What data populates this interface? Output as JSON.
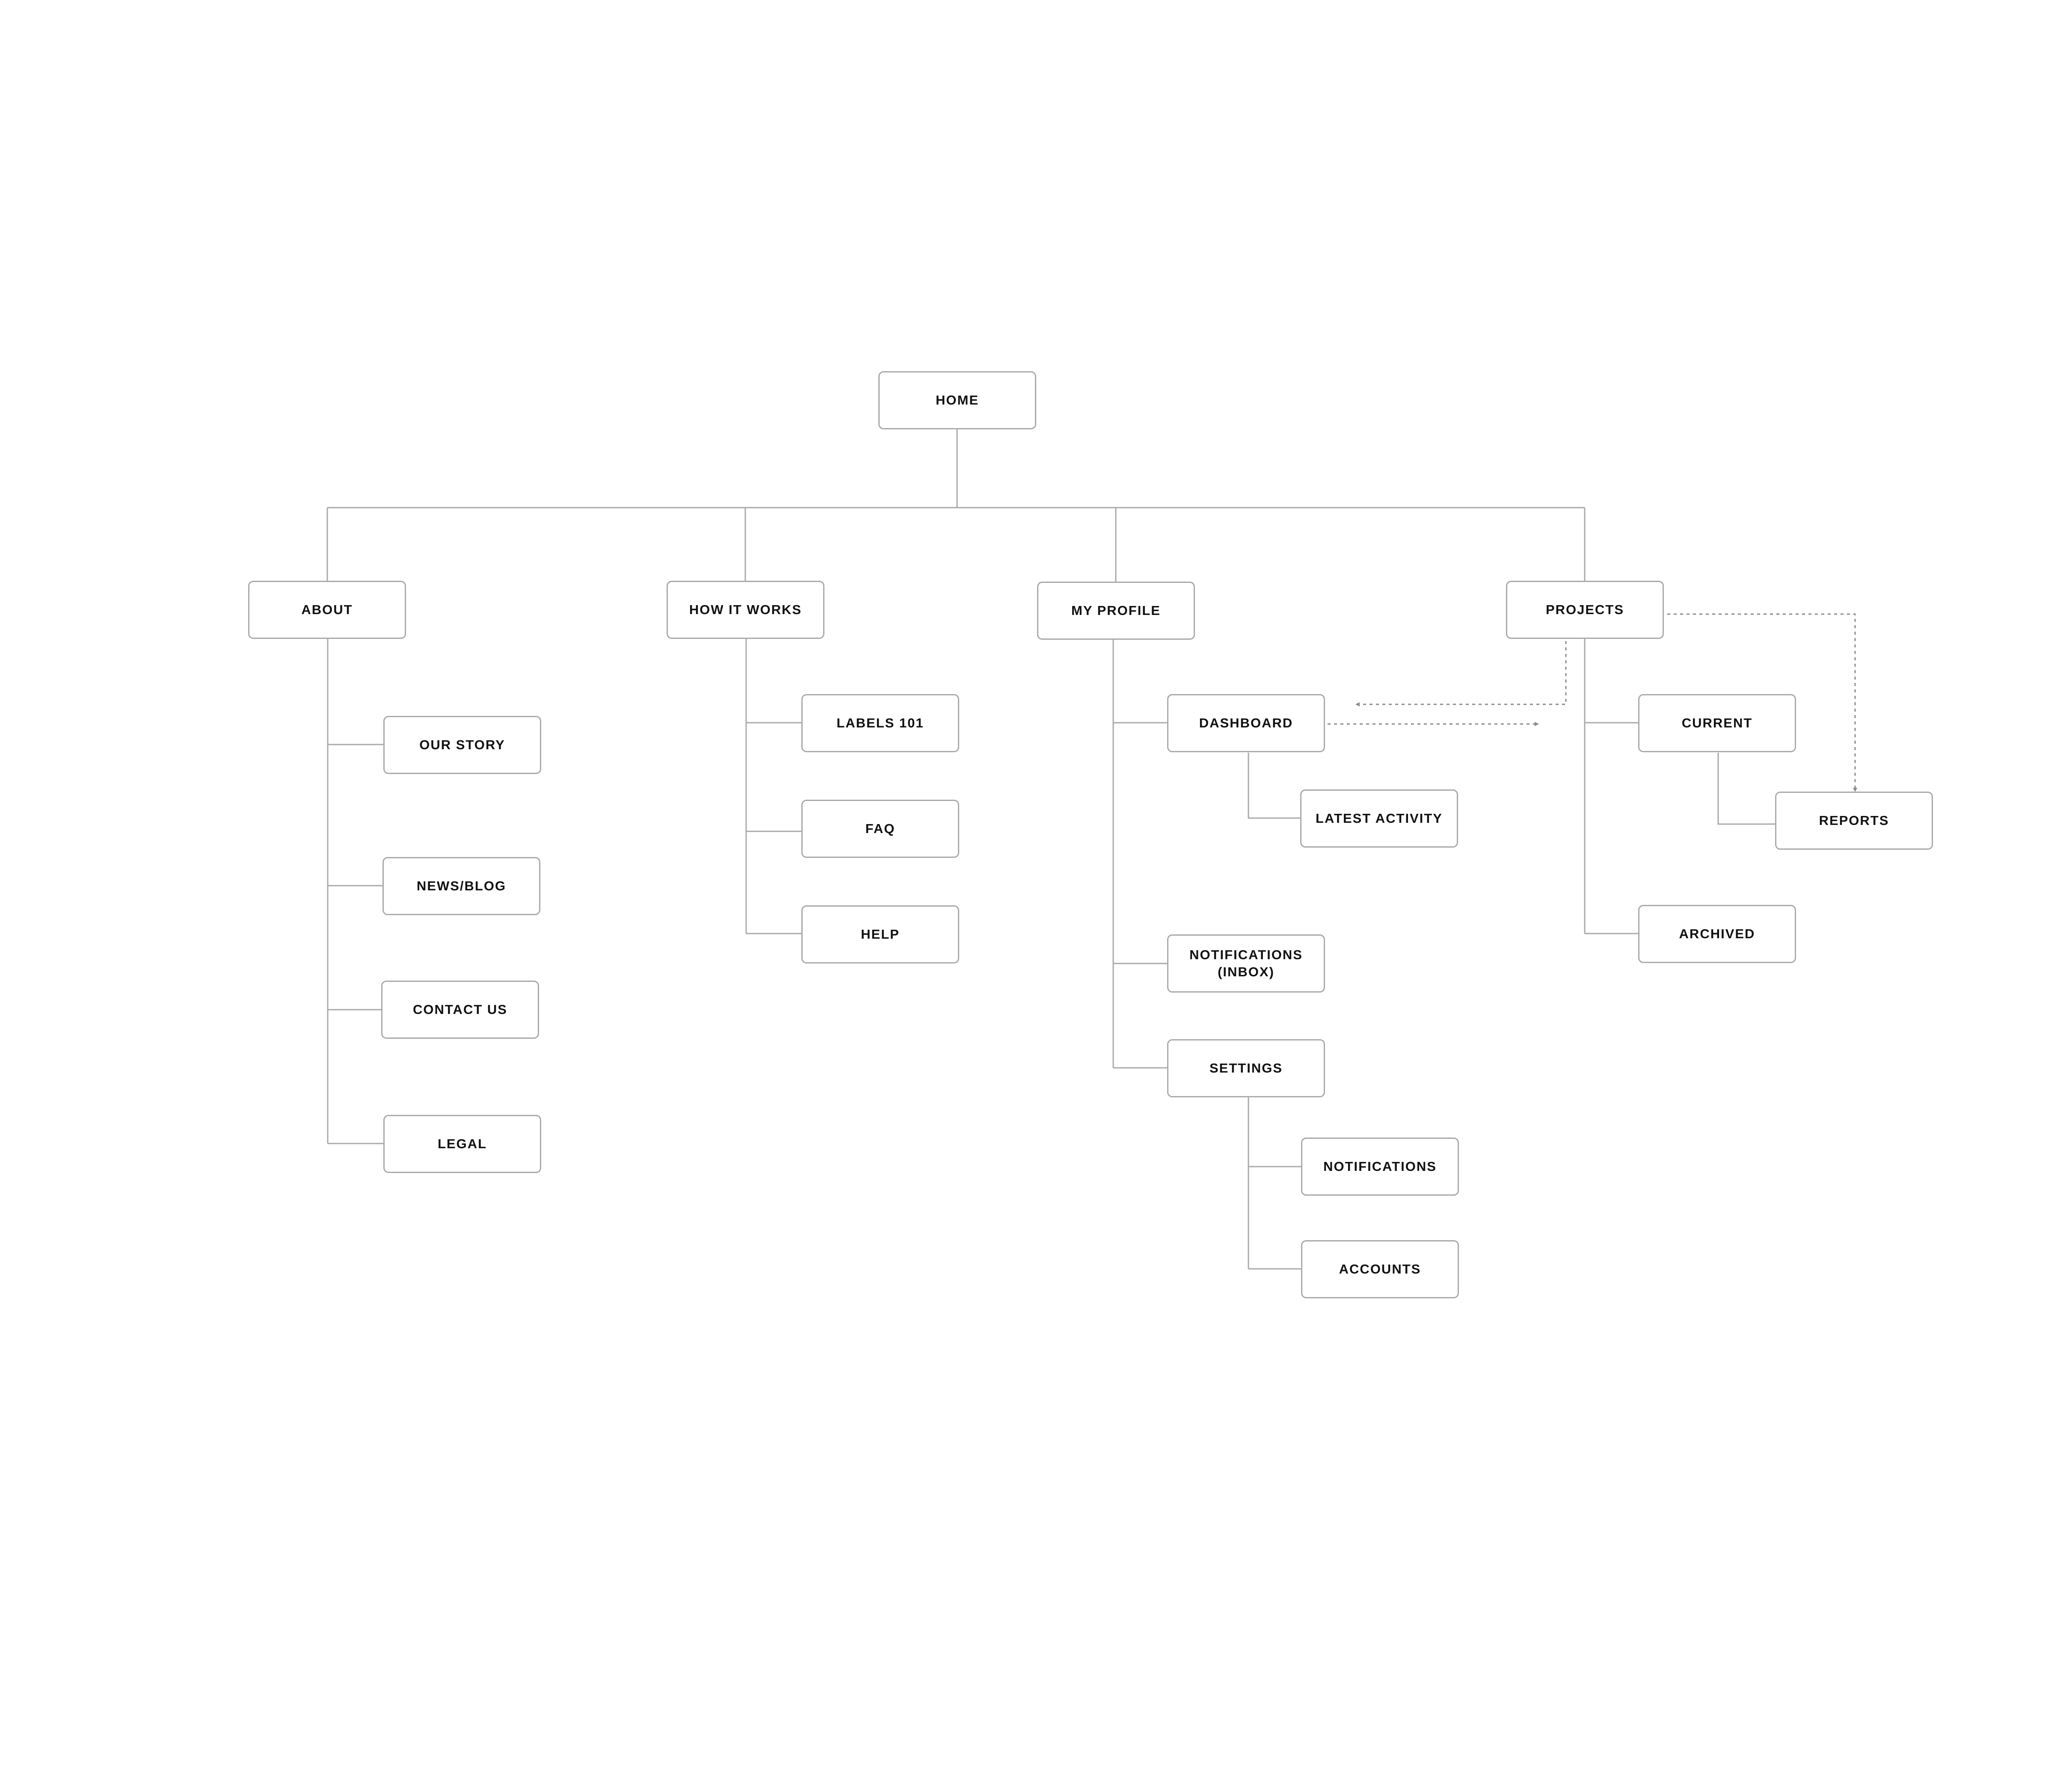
{
  "diagram": {
    "nodes": {
      "home": "HOME",
      "about": "ABOUT",
      "how_it_works": "HOW IT WORKS",
      "my_profile": "MY PROFILE",
      "projects": "PROJECTS",
      "our_story": "OUR STORY",
      "news_blog": "NEWS/BLOG",
      "contact_us": "CONTACT US",
      "legal": "LEGAL",
      "labels_101": "LABELS 101",
      "faq": "FAQ",
      "help": "HELP",
      "dashboard": "DASHBOARD",
      "latest_activity": "LATEST ACTIVITY",
      "notifications_inbox": "NOTIFICATIONS\n(INBOX)",
      "settings": "SETTINGS",
      "notifications": "NOTIFICATIONS",
      "accounts": "ACCOUNTS",
      "current": "CURRENT",
      "reports": "REPORTS",
      "archived": "ARCHIVED"
    },
    "colors": {
      "line": "#a9a9a9",
      "dotted": "#8a8a8a",
      "text": "#111111",
      "border": "#a9a9a9"
    }
  }
}
